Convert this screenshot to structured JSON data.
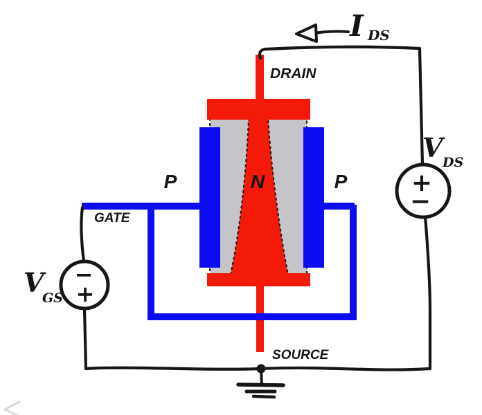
{
  "labels": {
    "drain": "DRAIN",
    "source": "SOURCE",
    "gate": "GATE",
    "p_left": "P",
    "n_channel": "N",
    "p_right": "P"
  },
  "annotations": {
    "ids": {
      "symbol": "I",
      "sub": "DS"
    },
    "vds": {
      "symbol": "V",
      "sub": "DS",
      "polarity_top": "+",
      "polarity_bottom": "−"
    },
    "vgs": {
      "symbol": "V",
      "sub": "GS",
      "polarity_top": "−",
      "polarity_bottom": "+"
    }
  },
  "colors": {
    "n_region": "#f31a09",
    "p_region": "#0c0cf0",
    "depletion_region": "#c5c4c8",
    "wire": "#161616",
    "background": "#ffffff"
  }
}
